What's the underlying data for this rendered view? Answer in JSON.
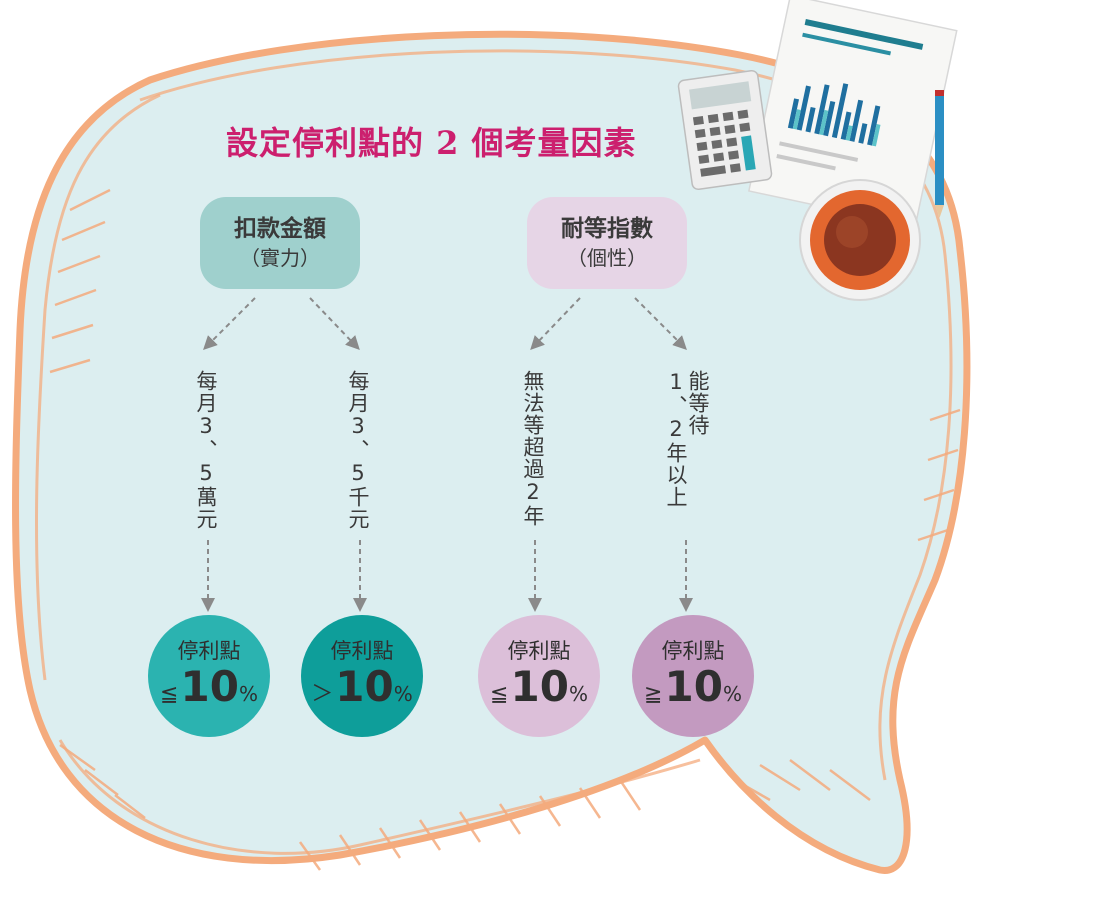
{
  "title": "設定停利點的 2 個考量因素",
  "factors": [
    {
      "name": "扣款金額",
      "sub": "（實力）"
    },
    {
      "name": "耐等指數",
      "sub": "（個性）"
    }
  ],
  "conditions": [
    {
      "text": "每月3、5萬元"
    },
    {
      "text": "每月3、5千元"
    },
    {
      "text": "無法等超過2年"
    },
    {
      "text": "能等待1、2年以上"
    }
  ],
  "results": [
    {
      "label": "停利點",
      "symbol": "≦",
      "value": "10",
      "unit": "%"
    },
    {
      "label": "停利點",
      "symbol": "＞",
      "value": "10",
      "unit": "%"
    },
    {
      "label": "停利點",
      "symbol": "≦",
      "value": "10",
      "unit": "%"
    },
    {
      "label": "停利點",
      "symbol": "≧",
      "value": "10",
      "unit": "%"
    }
  ],
  "colors": {
    "title": "#cc1f6e",
    "bubble_fill": "#dceef0",
    "bubble_outline": "#f4ab7d",
    "factor_left": "#9fd0cd",
    "factor_right": "#e6d5e6",
    "circle_1": "#2bb3b0",
    "circle_2": "#0e9e9a",
    "circle_3": "#dcbfd9",
    "circle_4": "#c39ac0",
    "arrow": "#8a8a8a"
  },
  "icons": [
    "calculator-icon",
    "chart-paper-icon",
    "pencil-icon",
    "coffee-cup-icon"
  ]
}
